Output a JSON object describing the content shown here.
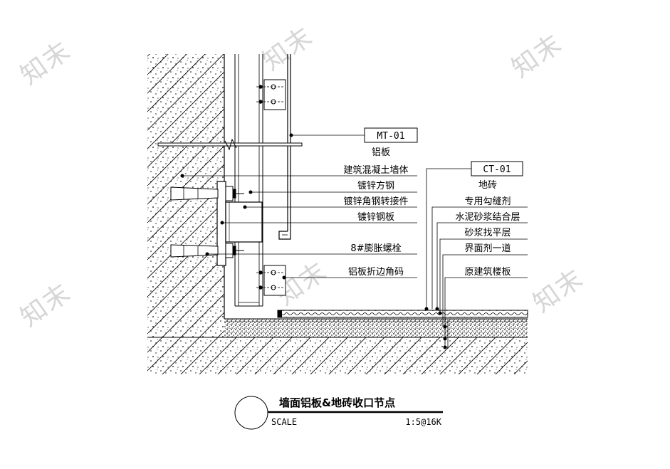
{
  "watermark": "知末",
  "title_block": {
    "title": "墙面铝板&地砖收口节点",
    "scale_label": "SCALE",
    "scale_value": "1:5@16K"
  },
  "tags": {
    "mt": "MT-01",
    "ct": "CT-01"
  },
  "labels_left": [
    "铝板",
    "建筑混凝土墙体",
    "镀锌方钢",
    "镀锌角钢转接件",
    "镀锌钢板",
    "8#膨胀螺栓",
    "铝板折边角码"
  ],
  "labels_right": [
    "地砖",
    "专用勾缝剂",
    "水泥砂浆结合层",
    "砂浆找平层",
    "界面剂一道",
    "原建筑楼板"
  ]
}
